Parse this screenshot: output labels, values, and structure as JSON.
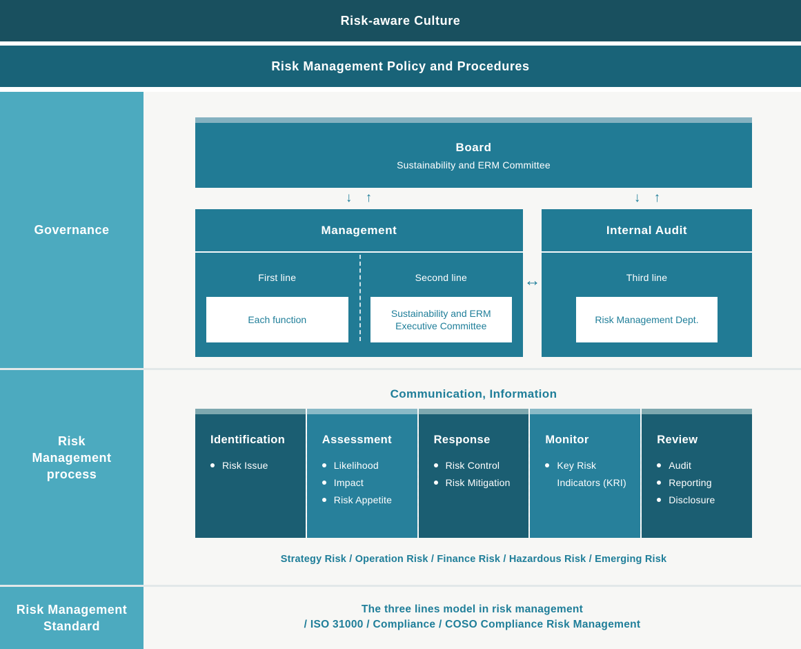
{
  "banners": {
    "culture": "Risk-aware Culture",
    "policy": "Risk Management Policy and Procedures"
  },
  "sidebar": {
    "governance": "Governance",
    "process": "Risk\nManagement\nprocess",
    "standard": "Risk Management\nStandard"
  },
  "governance": {
    "board": {
      "title": "Board",
      "subtitle": "Sustainability and ERM Committee"
    },
    "management": {
      "title": "Management",
      "first_line_label": "First line",
      "first_line_box": "Each function",
      "second_line_label": "Second line",
      "second_line_box": "Sustainability and ERM\nExecutive Committee"
    },
    "internal_audit": {
      "title": "Internal Audit",
      "third_line_label": "Third line",
      "third_line_box": "Risk Management Dept."
    },
    "arrows": {
      "down": "↓",
      "up": "↑",
      "both": "↔"
    }
  },
  "process": {
    "communication_label": "Communication, Information",
    "columns": [
      {
        "title": "Identification",
        "items": [
          "Risk Issue"
        ]
      },
      {
        "title": "Assessment",
        "items": [
          "Likelihood",
          "Impact",
          "Risk Appetite"
        ]
      },
      {
        "title": "Response",
        "items": [
          "Risk Control",
          "Risk Mitigation"
        ]
      },
      {
        "title": "Monitor",
        "items": [
          "Key Risk Indicators (KRI)"
        ]
      },
      {
        "title": "Review",
        "items": [
          "Audit",
          "Reporting",
          "Disclosure"
        ]
      }
    ],
    "risk_types_label": "Strategy Risk / Operation Risk / Finance Risk / Hazardous Risk / Emerging Risk"
  },
  "standard": {
    "line1": "The three lines model in risk management",
    "line2": "/ ISO 31000 / Compliance / COSO Compliance Risk Management"
  },
  "colors": {
    "banner_dark": "#19505f",
    "banner_mid": "#196378",
    "sidebar": "#4caabf",
    "box_teal": "#217b95",
    "box_strip": "#84b1c0",
    "column_dark": "#1b5e72",
    "column_dark_strip": "#7ea8af",
    "column_light": "#27809b",
    "column_light_strip": "#8abac7",
    "accent_text": "#1f7e99",
    "content_bg": "#f7f7f5"
  }
}
